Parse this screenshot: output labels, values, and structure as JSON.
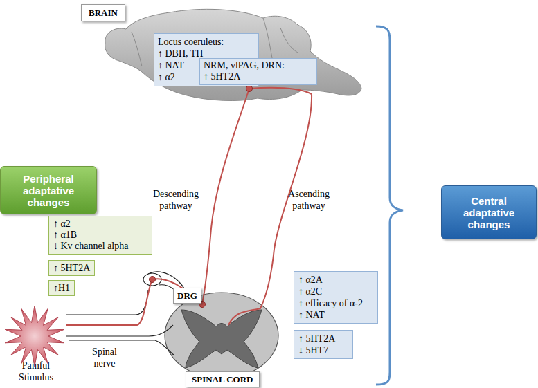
{
  "diagram": {
    "nodes": [
      {
        "text": [
          "BRAIN"
        ]
      },
      {
        "text": [
          "Locus coeruleus:",
          "↑ DBH, TH",
          "↑ NAT",
          "↑ α2"
        ]
      },
      {
        "text": [
          "NRM, vlPAG, DRN:",
          "↑ 5HT2A"
        ]
      },
      {
        "text": [
          "Peripheral adaptative changes"
        ]
      },
      {
        "text": [
          "↑ α2",
          "↑ α1B",
          "↓ Kv channel alpha"
        ]
      },
      {
        "text": [
          "↑ 5HT2A"
        ]
      },
      {
        "text": [
          "↑H1"
        ]
      },
      {
        "text": [
          "DRG"
        ]
      },
      {
        "text": [
          "Painful Stimulus"
        ]
      },
      {
        "text": [
          "↑ α2A",
          "↑ α2C",
          "↑ efficacy of α-2",
          "↑ NAT"
        ]
      },
      {
        "text": [
          "↑ 5HT2A",
          "↓ 5HT7"
        ]
      },
      {
        "text": [
          "SPINAL CORD"
        ]
      },
      {
        "text": [
          "Central adaptative changes"
        ]
      }
    ],
    "labels": [
      "Descending pathway",
      "Ascending pathway",
      "Spinal nerve"
    ]
  }
}
